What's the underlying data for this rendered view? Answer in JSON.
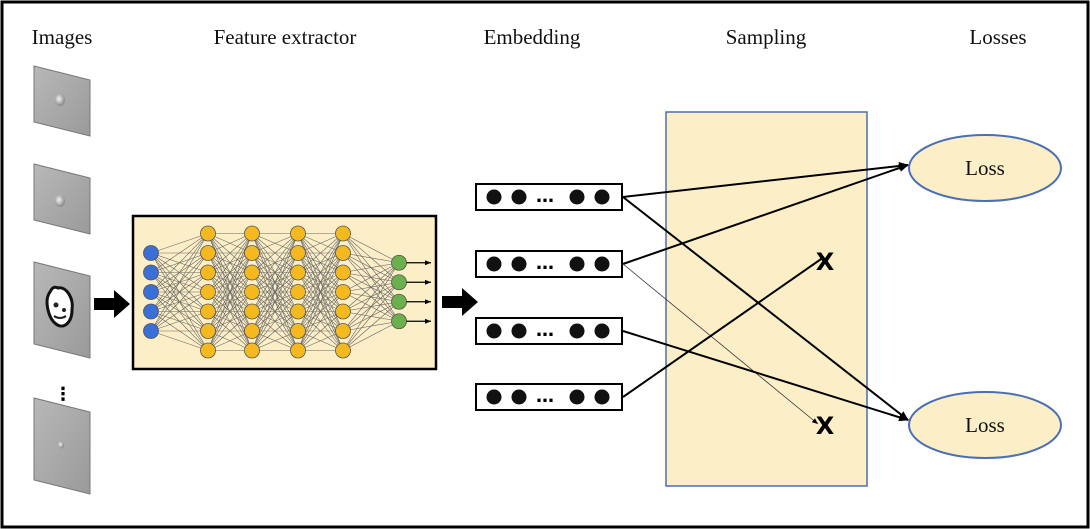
{
  "headers": {
    "images": "Images",
    "feature_extractor": "Feature extractor",
    "embedding": "Embedding",
    "sampling": "Sampling",
    "losses": "Losses"
  },
  "images": {
    "ellipsis": "⋮",
    "items": [
      "small-spot",
      "small-spot",
      "cell-blob",
      "tiny-spot"
    ]
  },
  "embedding": {
    "ellipsis": "…",
    "count": 4
  },
  "network": {
    "layers": [
      {
        "nodes": 5,
        "color": "#3a6fd8"
      },
      {
        "nodes": 7,
        "color": "#f4b91f"
      },
      {
        "nodes": 7,
        "color": "#f4b91f"
      },
      {
        "nodes": 7,
        "color": "#f4b91f"
      },
      {
        "nodes": 7,
        "color": "#f4b91f"
      },
      {
        "nodes": 4,
        "color": "#6ab04c"
      }
    ]
  },
  "losses": {
    "top_label": "Loss",
    "bottom_label": "Loss"
  },
  "sampling": {
    "rejected_mark": "X"
  },
  "colors": {
    "panel_fill": "#fcefc8",
    "sampling_fill": "#fcefc8",
    "sampling_border": "#4a6fb5",
    "loss_fill": "#fcefc8",
    "arrow": "#000000"
  }
}
